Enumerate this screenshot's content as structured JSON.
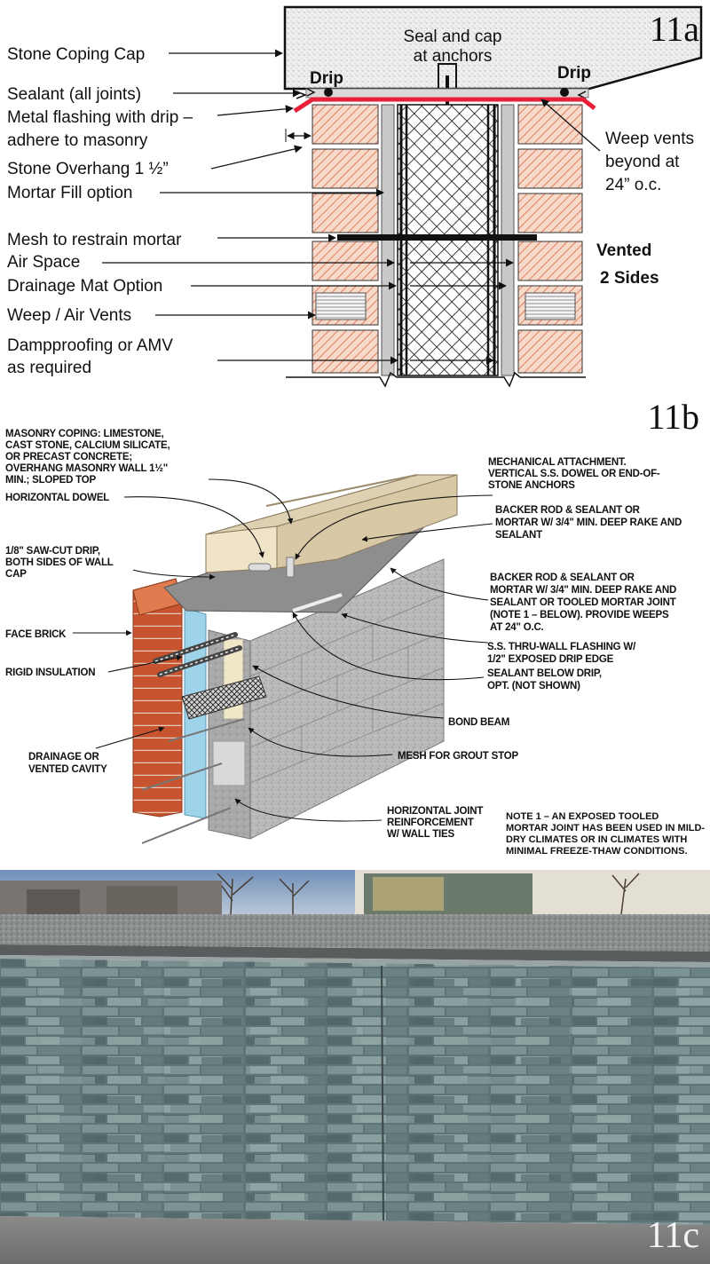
{
  "panel_a": {
    "tag": "11a",
    "cap_label": "Stone Coping Cap",
    "seal_line1": "Seal and cap",
    "seal_line2": "at anchors",
    "drip_left": "Drip",
    "drip_right": "Drip",
    "labels": [
      "Sealant (all joints)",
      "Metal flashing with drip –",
      "adhere to masonry",
      "Stone Overhang 1 ½”",
      "Mortar Fill option",
      "Mesh to restrain mortar",
      "Air Space",
      "Drainage Mat Option",
      "Weep / Air Vents",
      "Dampproofing or AMV",
      "as required"
    ],
    "weep_lines": [
      "Weep vents",
      "beyond at",
      "24” o.c."
    ],
    "vented_lines": [
      "Vented",
      "2 Sides"
    ],
    "colors": {
      "flashing": "#e8203a",
      "brick_hatch": "#e07f5f",
      "brick_fill": "#f6d9c9",
      "mesh": "#111111"
    }
  },
  "panel_b": {
    "tag": "11b",
    "coping": [
      "MASONRY COPING: LIMESTONE,",
      "CAST STONE,  CALCIUM SILICATE,",
      "OR PRECAST CONCRETE;",
      "OVERHANG MASONRY WALL 1½\"",
      "MIN.; SLOPED  TOP"
    ],
    "dowel": "HORIZONTAL DOWEL",
    "sawcut": [
      "1/8\" SAW-CUT DRIP,",
      "BOTH SIDES OF  WALL",
      "CAP"
    ],
    "face_brick": "FACE BRICK",
    "rigid": "RIGID INSULATION",
    "drainage": [
      "DRAINAGE OR",
      "VENTED CAVITY"
    ],
    "mechanical": [
      "MECHANICAL ATTACHMENT.",
      "VERTICAL S.S. DOWEL OR END-OF-",
      "STONE ANCHORS"
    ],
    "backer1": [
      "BACKER ROD & SEALANT OR",
      "MORTAR W/ 3/4\" MIN. DEEP RAKE AND",
      "SEALANT"
    ],
    "backer2": [
      "BACKER ROD & SEALANT OR",
      "MORTAR W/ 3/4\" MIN. DEEP RAKE AND",
      "SEALANT OR TOOLED MORTAR JOINT",
      "(NOTE 1 – BELOW). PROVIDE WEEPS",
      "AT 24\" O.C."
    ],
    "flashing": [
      "S.S. THRU-WALL FLASHING W/",
      "1/2\"    EXPOSED DRIP EDGE"
    ],
    "sealant_below": [
      "SEALANT BELOW DRIP,",
      "OPT. (NOT SHOWN)"
    ],
    "bond_beam": "BOND BEAM",
    "mesh": "MESH FOR GROUT STOP",
    "horiz": [
      "HORIZONTAL JOINT",
      "REINFORCEMENT",
      "W/ WALL TIES"
    ],
    "note": [
      "NOTE 1 – AN EXPOSED  TOOLED",
      "MORTAR JOINT HAS BEEN USED IN MILD-",
      "DRY CLIMATES OR IN CLIMATES WITH",
      "MINIMAL FREEZE-THAW CONDITIONS."
    ]
  },
  "panel_c": {
    "tag": "11c"
  }
}
